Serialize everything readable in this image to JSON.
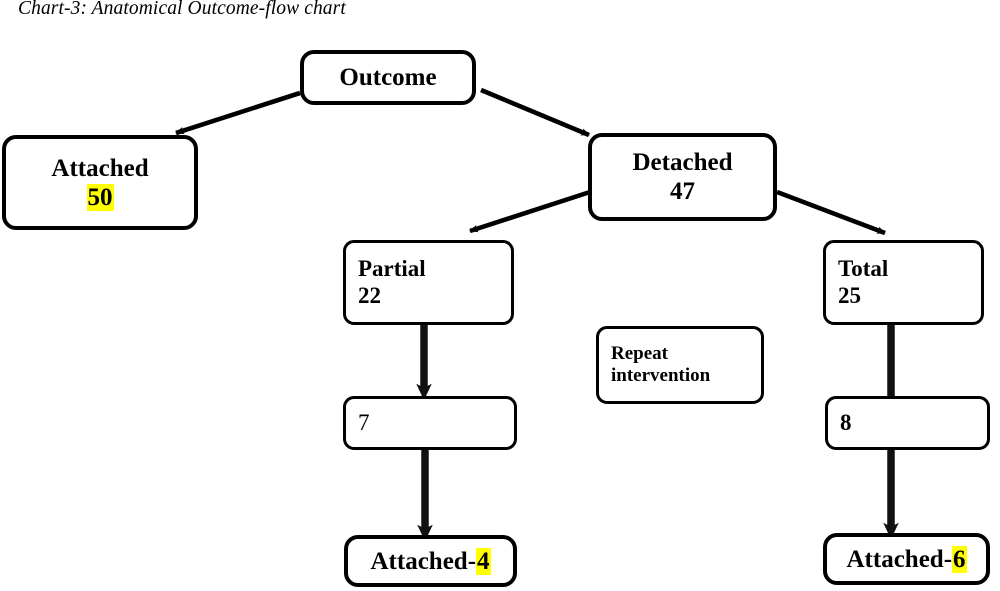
{
  "title": "Chart-3: Anatomical Outcome-flow chart",
  "chart_data": {
    "type": "diagram",
    "title": "Chart-3: Anatomical Outcome-flow chart",
    "diagram_kind": "flowchart",
    "highlight_color": "#ffff00",
    "nodes": [
      {
        "id": "outcome",
        "label": "Outcome",
        "value": "",
        "highlight": false
      },
      {
        "id": "attached",
        "label": "Attached",
        "value": "50",
        "highlight": true
      },
      {
        "id": "detached",
        "label": "Detached",
        "value": "47",
        "highlight": false
      },
      {
        "id": "partial",
        "label": "Partial",
        "value": "22",
        "highlight": false
      },
      {
        "id": "total",
        "label": "Total",
        "value": "25",
        "highlight": false
      },
      {
        "id": "repeat",
        "label": "Repeat intervention",
        "value": "",
        "highlight": false
      },
      {
        "id": "partial7",
        "label": "7",
        "value": "",
        "highlight": false
      },
      {
        "id": "total8",
        "label": "8",
        "value": "",
        "highlight": false
      },
      {
        "id": "attached4",
        "label": "Attached-",
        "value": "4",
        "highlight": true
      },
      {
        "id": "attached6",
        "label": "Attached-",
        "value": "6",
        "highlight": true
      }
    ],
    "edges": [
      {
        "from": "outcome",
        "to": "attached",
        "style": "diagonal-arrow"
      },
      {
        "from": "outcome",
        "to": "detached",
        "style": "diagonal-arrow"
      },
      {
        "from": "detached",
        "to": "partial",
        "style": "diagonal-arrow"
      },
      {
        "from": "detached",
        "to": "total",
        "style": "diagonal-arrow"
      },
      {
        "from": "partial",
        "to": "partial7",
        "style": "vertical-thick-arrow"
      },
      {
        "from": "partial7",
        "to": "attached4",
        "style": "vertical-thick-arrow"
      },
      {
        "from": "total",
        "to": "total8",
        "style": "vertical-thick-arrow"
      },
      {
        "from": "total8",
        "to": "attached6",
        "style": "vertical-thick-arrow"
      }
    ]
  },
  "nodes": {
    "outcome": {
      "label": "Outcome"
    },
    "attached": {
      "label": "Attached",
      "value": "50"
    },
    "detached": {
      "label": "Detached",
      "value": "47"
    },
    "partial": {
      "label": "Partial",
      "value": "22"
    },
    "total": {
      "label": "Total",
      "value": "25"
    },
    "repeat": {
      "line1": "Repeat",
      "line2": "intervention"
    },
    "partial7": {
      "label": "7"
    },
    "total8": {
      "label": "8"
    },
    "attached4": {
      "prefix": "Attached-",
      "value": "4"
    },
    "attached6": {
      "prefix": "Attached-",
      "value": "6"
    }
  }
}
